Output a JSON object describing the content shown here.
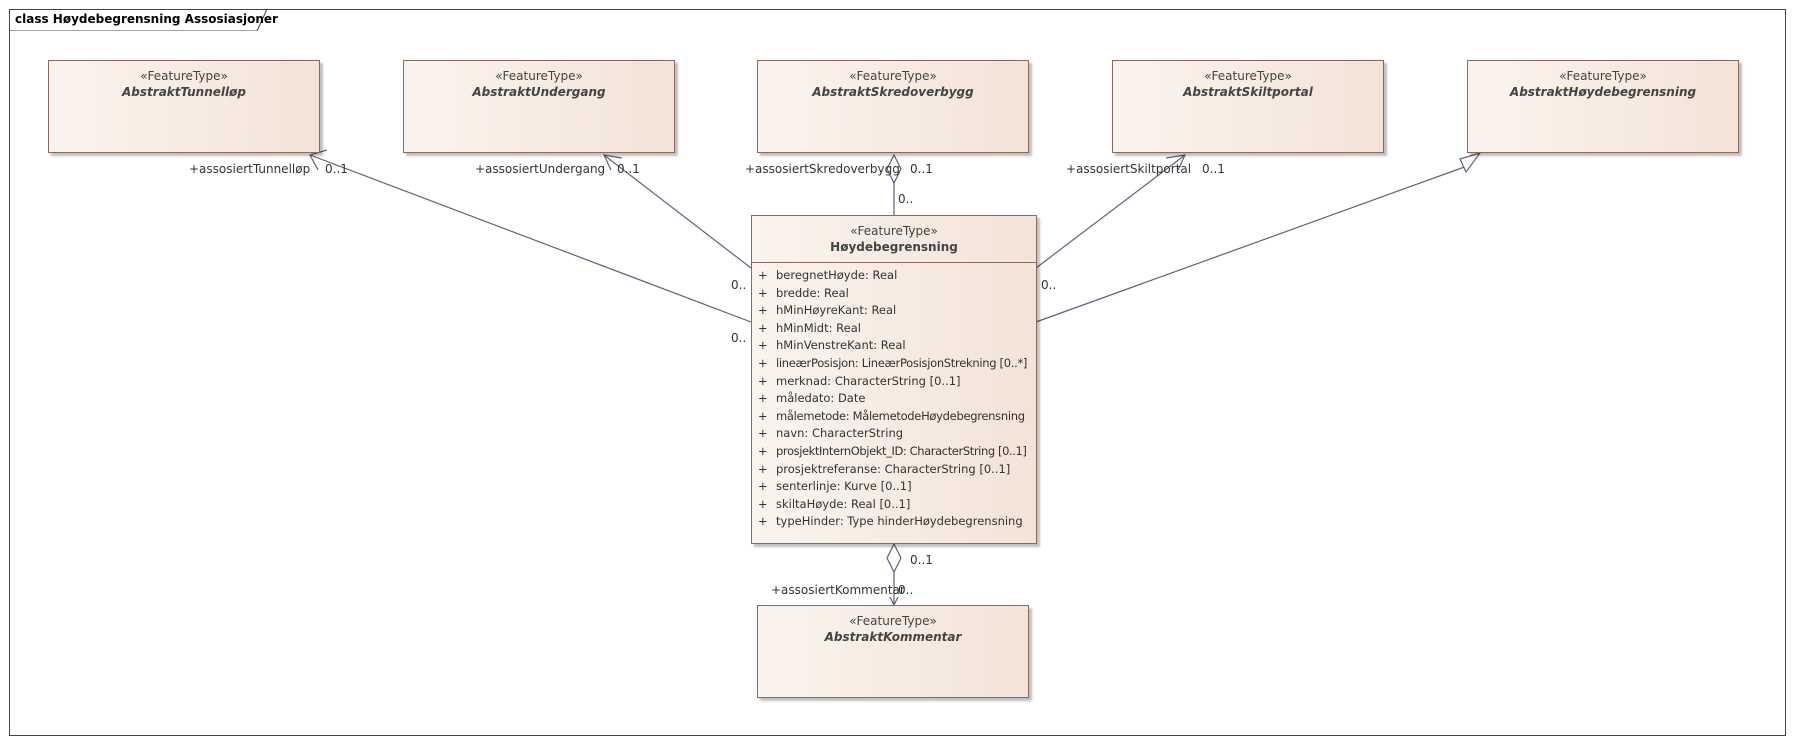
{
  "frame": {
    "title": "class Høydebegrensning Assosiasjoner"
  },
  "classes": {
    "tunnellop": {
      "stereotype": "«FeatureType»",
      "name": "AbstraktTunnelløp"
    },
    "undergang": {
      "stereotype": "«FeatureType»",
      "name": "AbstraktUndergang"
    },
    "skredoverbygg": {
      "stereotype": "«FeatureType»",
      "name": "AbstraktSkredoverbygg"
    },
    "skiltportal": {
      "stereotype": "«FeatureType»",
      "name": "AbstraktSkiltportal"
    },
    "abstrakthoyde": {
      "stereotype": "«FeatureType»",
      "name": "AbstraktHøydebegrensning"
    },
    "kommentar": {
      "stereotype": "«FeatureType»",
      "name": "AbstraktKommentar"
    },
    "main": {
      "stereotype": "«FeatureType»",
      "name": "Høydebegrensning",
      "attributes": [
        {
          "vis": "+",
          "text": "beregnetHøyde: Real"
        },
        {
          "vis": "+",
          "text": "bredde: Real"
        },
        {
          "vis": "+",
          "text": "hMinHøyreKant: Real"
        },
        {
          "vis": "+",
          "text": "hMinMidt: Real"
        },
        {
          "vis": "+",
          "text": "hMinVenstreKant: Real"
        },
        {
          "vis": "+",
          "text": "lineærPosisjon: LineærPosisjonStrekning [0..*]"
        },
        {
          "vis": "+",
          "text": "merknad: CharacterString [0..1]"
        },
        {
          "vis": "+",
          "text": "måledato: Date"
        },
        {
          "vis": "+",
          "text": "målemetode: MålemetodeHøydebegrensning"
        },
        {
          "vis": "+",
          "text": "navn: CharacterString"
        },
        {
          "vis": "+",
          "text": "prosjektInternObjekt_ID: CharacterString [0..1]"
        },
        {
          "vis": "+",
          "text": "prosjektreferanse: CharacterString [0..1]"
        },
        {
          "vis": "+",
          "text": "senterlinje: Kurve [0..1]"
        },
        {
          "vis": "+",
          "text": "skiltaHøyde: Real [0..1]"
        },
        {
          "vis": "+",
          "text": "typeHinder: Type hinderHøydebegrensning"
        }
      ]
    }
  },
  "labels": {
    "role_tunnellop": "+assosiertTunnelløp",
    "mult_tunnellop": "0..1",
    "role_undergang": "+assosiertUndergang",
    "mult_undergang": "0..1",
    "role_skredoverbygg": "+assosiertSkredoverbygg",
    "mult_skredoverbygg": "0..1",
    "mult_skredoverbygg_near": "0..",
    "role_skiltportal": "+assosiertSkiltportal",
    "mult_skiltportal": "0..1",
    "mult_left_1": "0..",
    "mult_left_2": "0..",
    "mult_right": "0..",
    "mult_kommentar_agg": "0..1",
    "role_kommentar": "+assosiertKommentar",
    "mult_kommentar": "0.."
  },
  "colors": {
    "box_border": "#8a6a5a",
    "box_fill_left": "#fbf4ee",
    "box_fill_right": "#f3e3d8",
    "line": "#5a6378"
  }
}
